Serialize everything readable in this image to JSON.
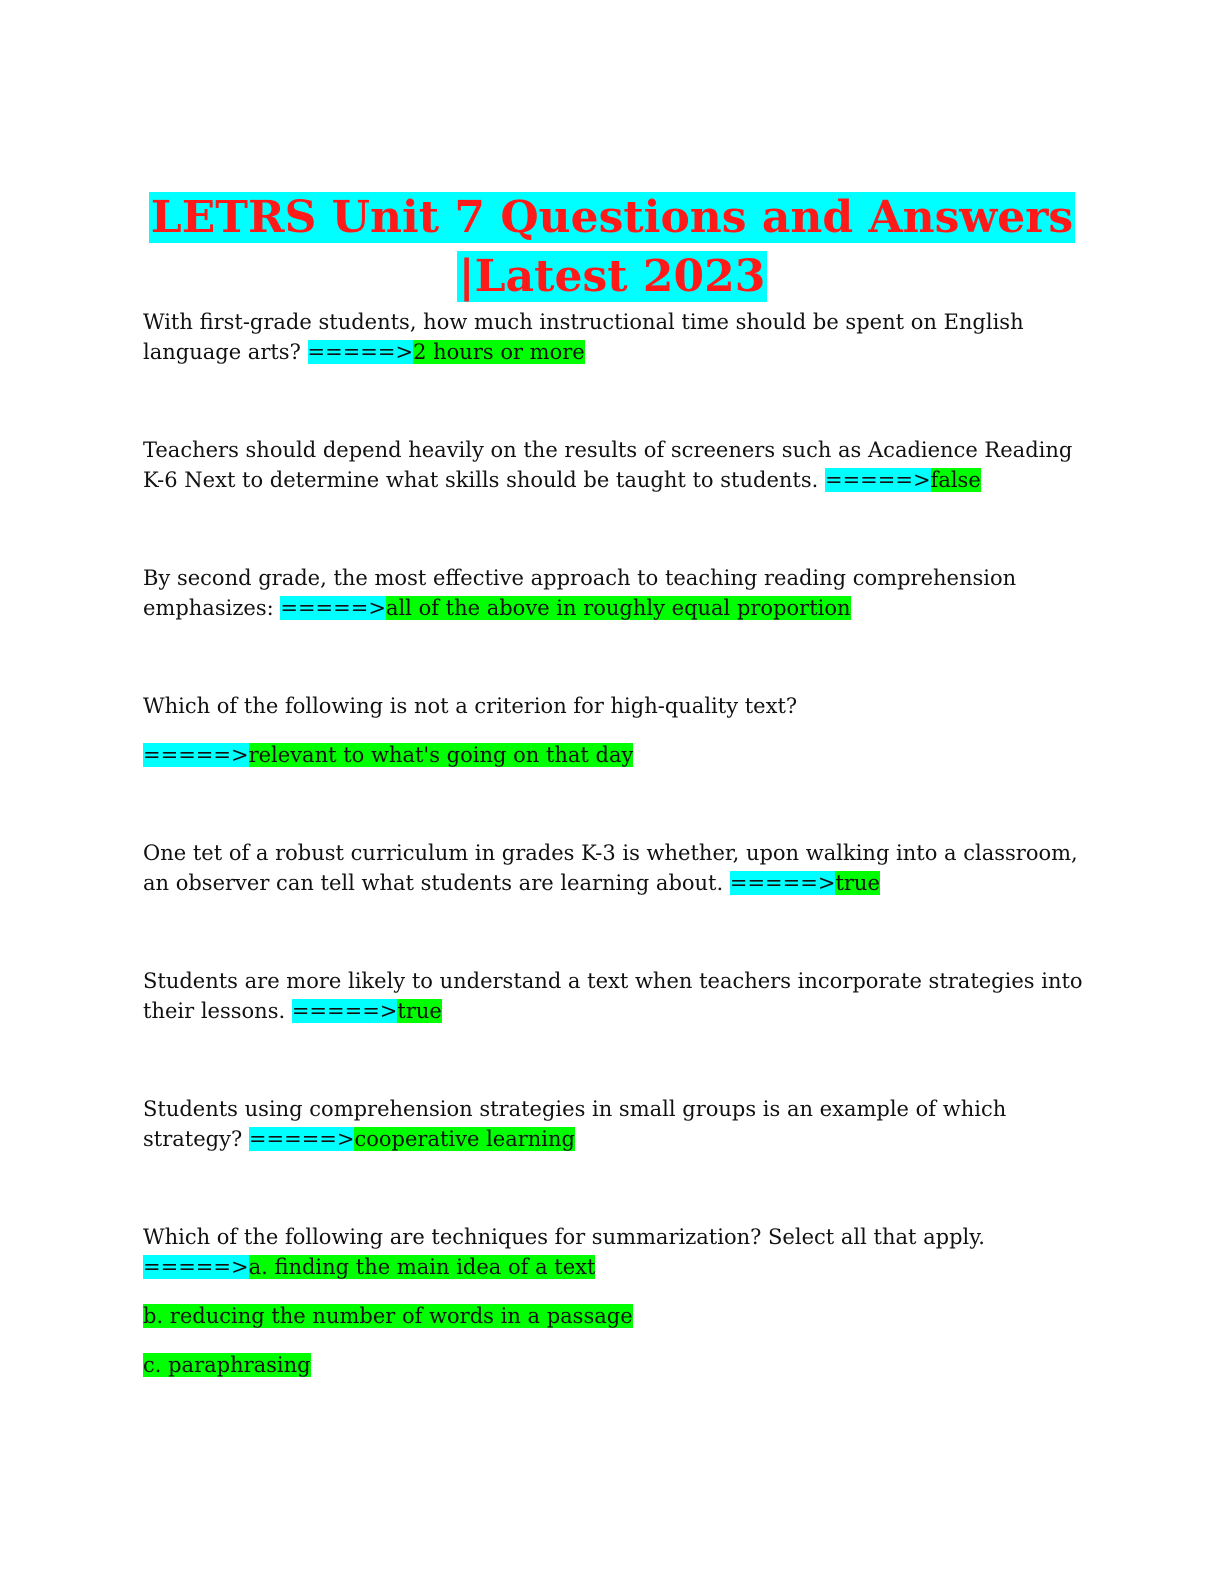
{
  "title": {
    "line1": "LETRS Unit 7 Questions and Answers",
    "line2": "|Latest 2023"
  },
  "arrow": "=====>",
  "items": [
    {
      "question": "With first-grade students, how much instructional time should be spent on English language arts?",
      "answer": "2 hours or more"
    },
    {
      "question": "Teachers should depend heavily on the results of screeners such as Acadience Reading K-6 Next to determine what skills should be taught to students.",
      "answer": "false"
    },
    {
      "question": "By second grade, the most effective approach to teaching reading comprehension emphasizes:",
      "answer": "all of the above in roughly equal proportion"
    },
    {
      "question": "Which of the following is not a criterion for high-quality text?",
      "answer": "relevant to what's going on that day"
    },
    {
      "question": "One tet of a robust curriculum in grades K-3 is whether, upon walking into a classroom, an observer can tell what students are learning about.",
      "answer": "true"
    },
    {
      "question": "Students are more likely to understand a text when teachers incorporate strategies into their lessons.",
      "answer": "true"
    },
    {
      "question": "Students using comprehension strategies in small groups is an example of which strategy?",
      "answer": "cooperative learning"
    },
    {
      "question": "Which of the following are techniques for summarization? Select all that apply.",
      "answer": "a. finding the main idea of a text",
      "extra": [
        "b. reducing the number of words in a passage",
        "c. paraphrasing"
      ]
    }
  ]
}
